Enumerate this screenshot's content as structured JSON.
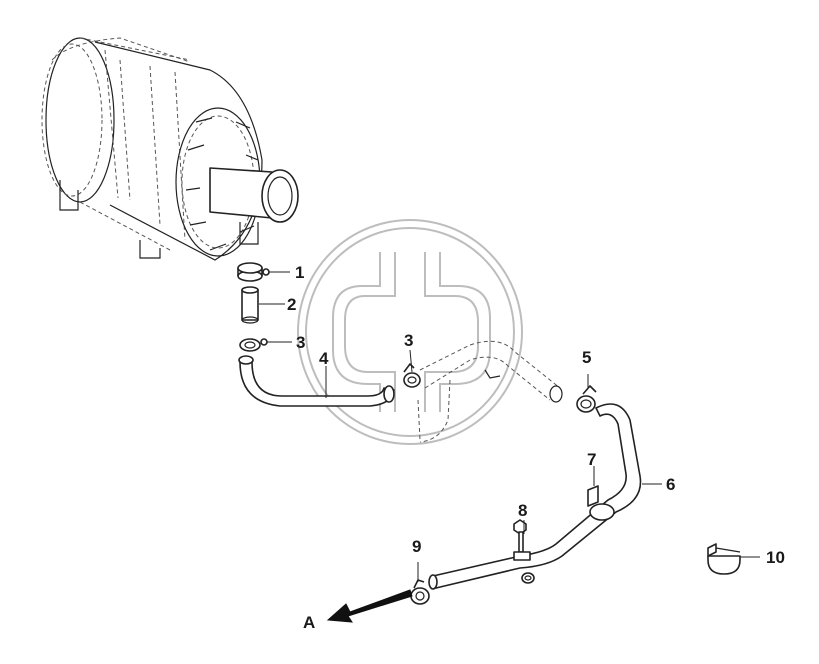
{
  "diagram": {
    "callouts": [
      {
        "id": "c1",
        "label": "1"
      },
      {
        "id": "c2",
        "label": "2"
      },
      {
        "id": "c3a",
        "label": "3"
      },
      {
        "id": "c3b",
        "label": "3"
      },
      {
        "id": "c4",
        "label": "4"
      },
      {
        "id": "c5",
        "label": "5"
      },
      {
        "id": "c6",
        "label": "6"
      },
      {
        "id": "c7",
        "label": "7"
      },
      {
        "id": "c8",
        "label": "8"
      },
      {
        "id": "c9",
        "label": "9"
      },
      {
        "id": "c10",
        "label": "10"
      }
    ],
    "direction_label": "A",
    "colors": {
      "line": "#222222",
      "watermark": "#bdbdbd",
      "arrow": "#111111"
    }
  }
}
